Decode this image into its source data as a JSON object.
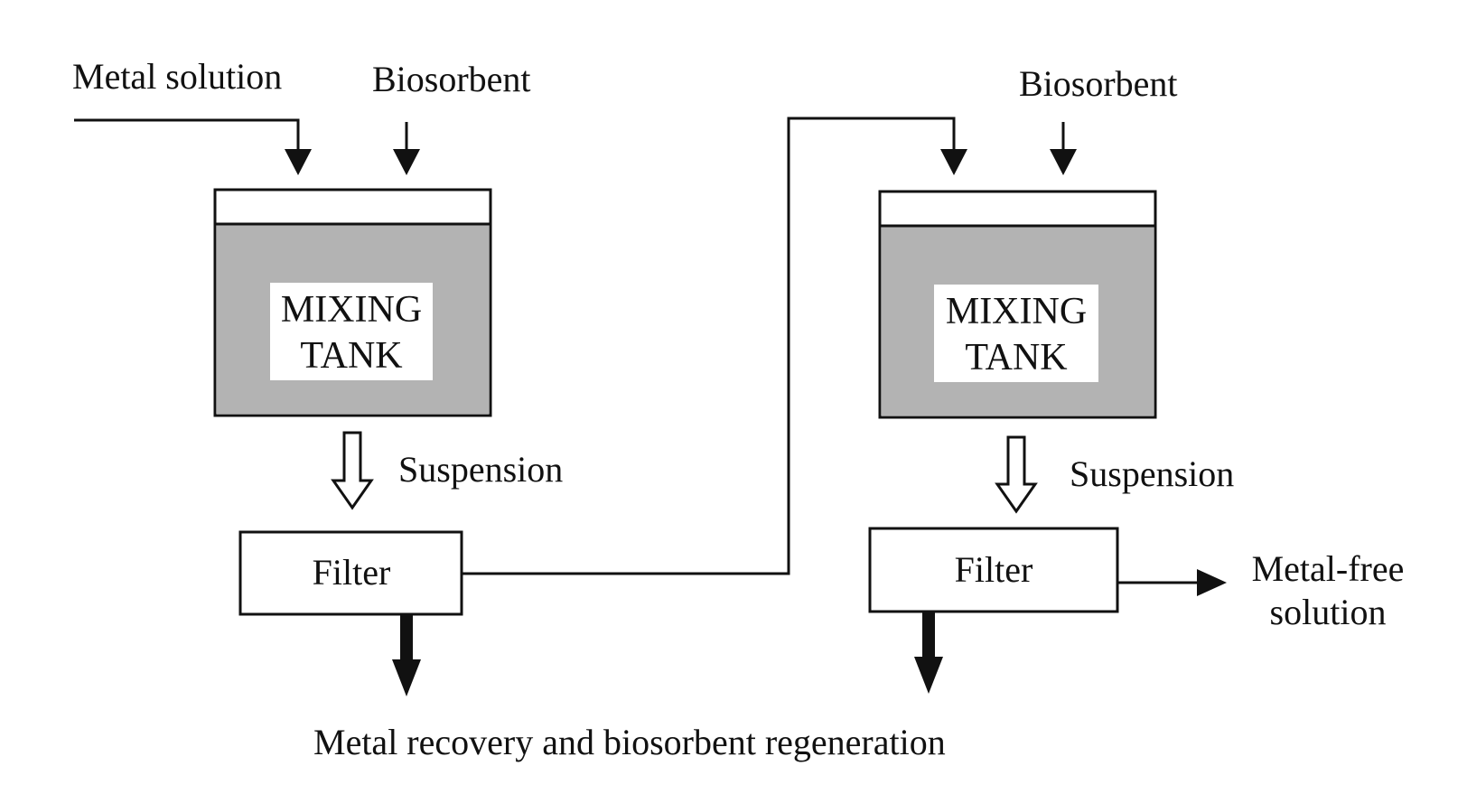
{
  "labels": {
    "metal_solution": "Metal solution",
    "biosorbent_1": "Biosorbent",
    "biosorbent_2": "Biosorbent",
    "suspension_1": "Suspension",
    "suspension_2": "Suspension",
    "metal_free_line1": "Metal-free",
    "metal_free_line2": "solution",
    "recovery": "Metal recovery and biosorbent regeneration"
  },
  "tank1": {
    "line1": "MIXING",
    "line2": "TANK"
  },
  "tank2": {
    "line1": "MIXING",
    "line2": "TANK"
  },
  "filter1": {
    "label": "Filter"
  },
  "filter2": {
    "label": "Filter"
  },
  "colors": {
    "tank_fill": "#b3b3b3",
    "stroke": "#111111",
    "background": "#ffffff"
  }
}
